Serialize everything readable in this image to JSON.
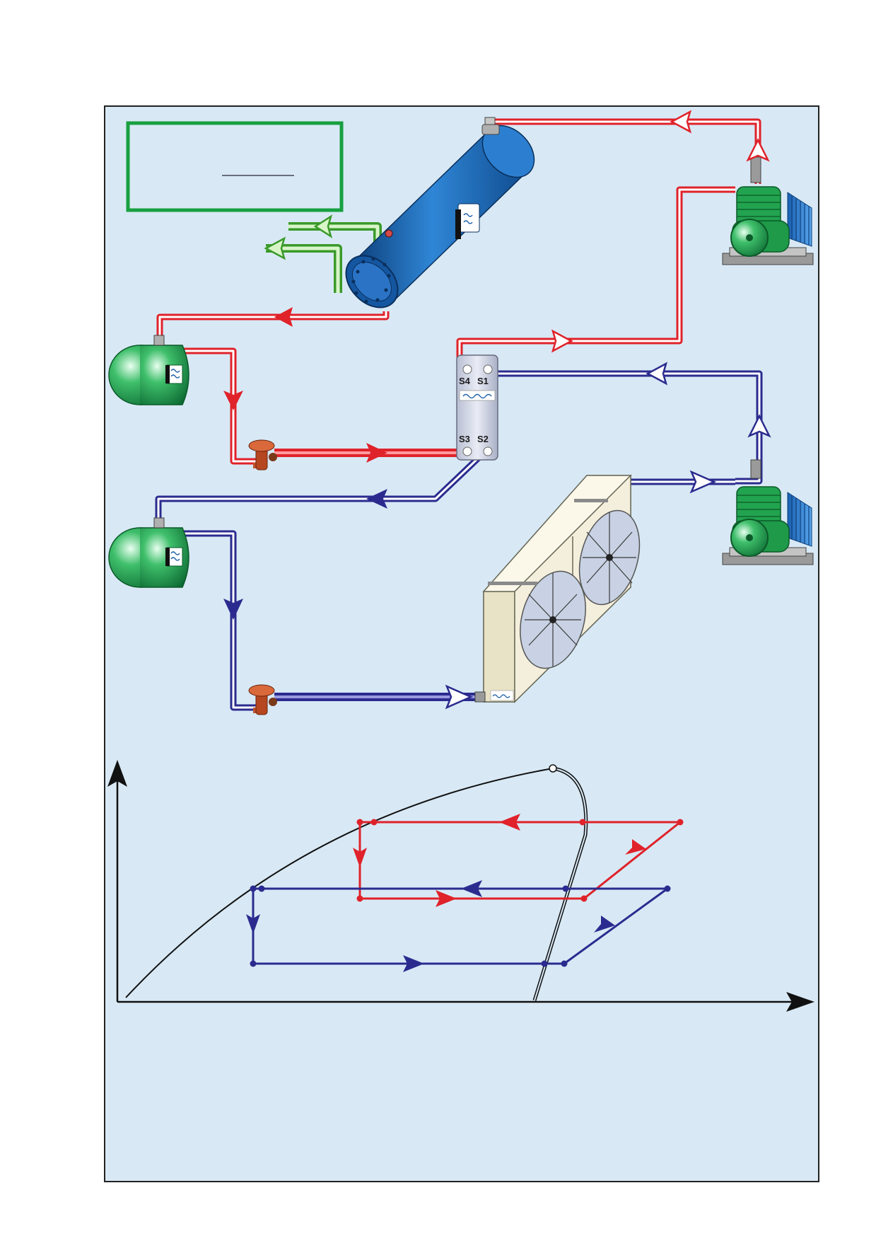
{
  "colors": {
    "background": "#d8e9f5",
    "frame": "#222222",
    "hot_circuit": "#e0222a",
    "cold_circuit": "#2b2b8f",
    "water_circuit": "#3a9a2a",
    "label_box": "#18a040",
    "vessel_green": "#1c9a4a",
    "tank_blue": "#1c5fa8",
    "valve": "#c0542a",
    "condenser_body": "#f5f1e0",
    "phase_dome": "#111111"
  },
  "heat_exchanger": {
    "port_s4": "S4",
    "port_s1": "S1",
    "port_s3": "S3",
    "port_s2": "S2"
  },
  "components": {
    "upper_compressor": "compressor-icon",
    "lower_compressor": "compressor-icon",
    "water_heat_exchanger": "shell-and-tube-exchanger-icon",
    "upper_receiver": "receiver-tank-icon",
    "lower_receiver": "receiver-tank-icon",
    "upper_expansion_valve": "expansion-valve-icon",
    "lower_expansion_valve": "expansion-valve-icon",
    "plate_heat_exchanger": "plate-heat-exchanger-icon",
    "air_cooler": "air-cooler-icon"
  }
}
